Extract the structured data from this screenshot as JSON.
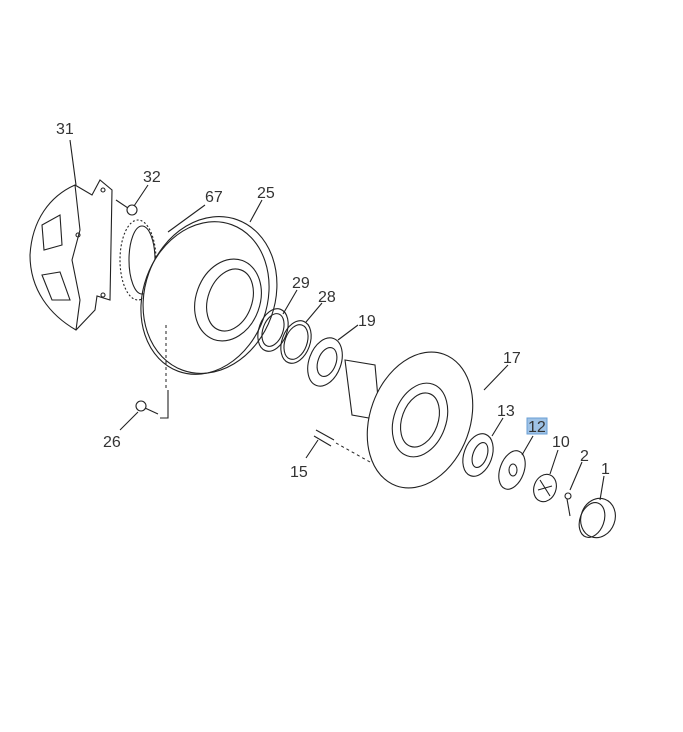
{
  "diagram": {
    "callouts": [
      {
        "label": "31"
      },
      {
        "label": "32"
      },
      {
        "label": "67"
      },
      {
        "label": "25"
      },
      {
        "label": "29"
      },
      {
        "label": "28"
      },
      {
        "label": "19"
      },
      {
        "label": "17"
      },
      {
        "label": "13"
      },
      {
        "label": "12",
        "highlighted": true
      },
      {
        "label": "10"
      },
      {
        "label": "2"
      },
      {
        "label": "1"
      },
      {
        "label": "26"
      },
      {
        "label": "15"
      }
    ],
    "highlight_color": "#9ec2e6"
  }
}
